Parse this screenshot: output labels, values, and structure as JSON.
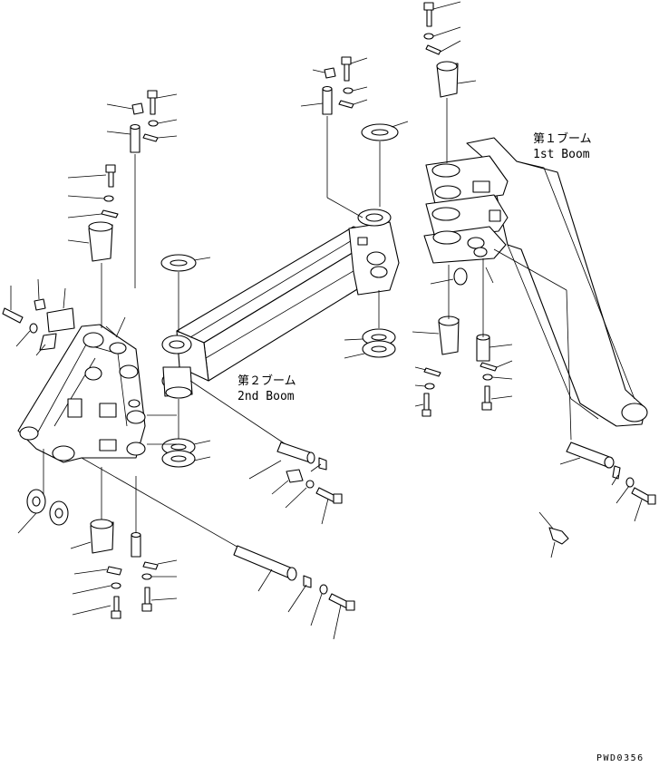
{
  "diagram": {
    "labels": {
      "boom1_jp": "第１ブーム",
      "boom1_en": "1st Boom",
      "boom2_jp": "第２ブーム",
      "boom2_en": "2nd Boom",
      "drawing_code": "PWD0356"
    }
  }
}
